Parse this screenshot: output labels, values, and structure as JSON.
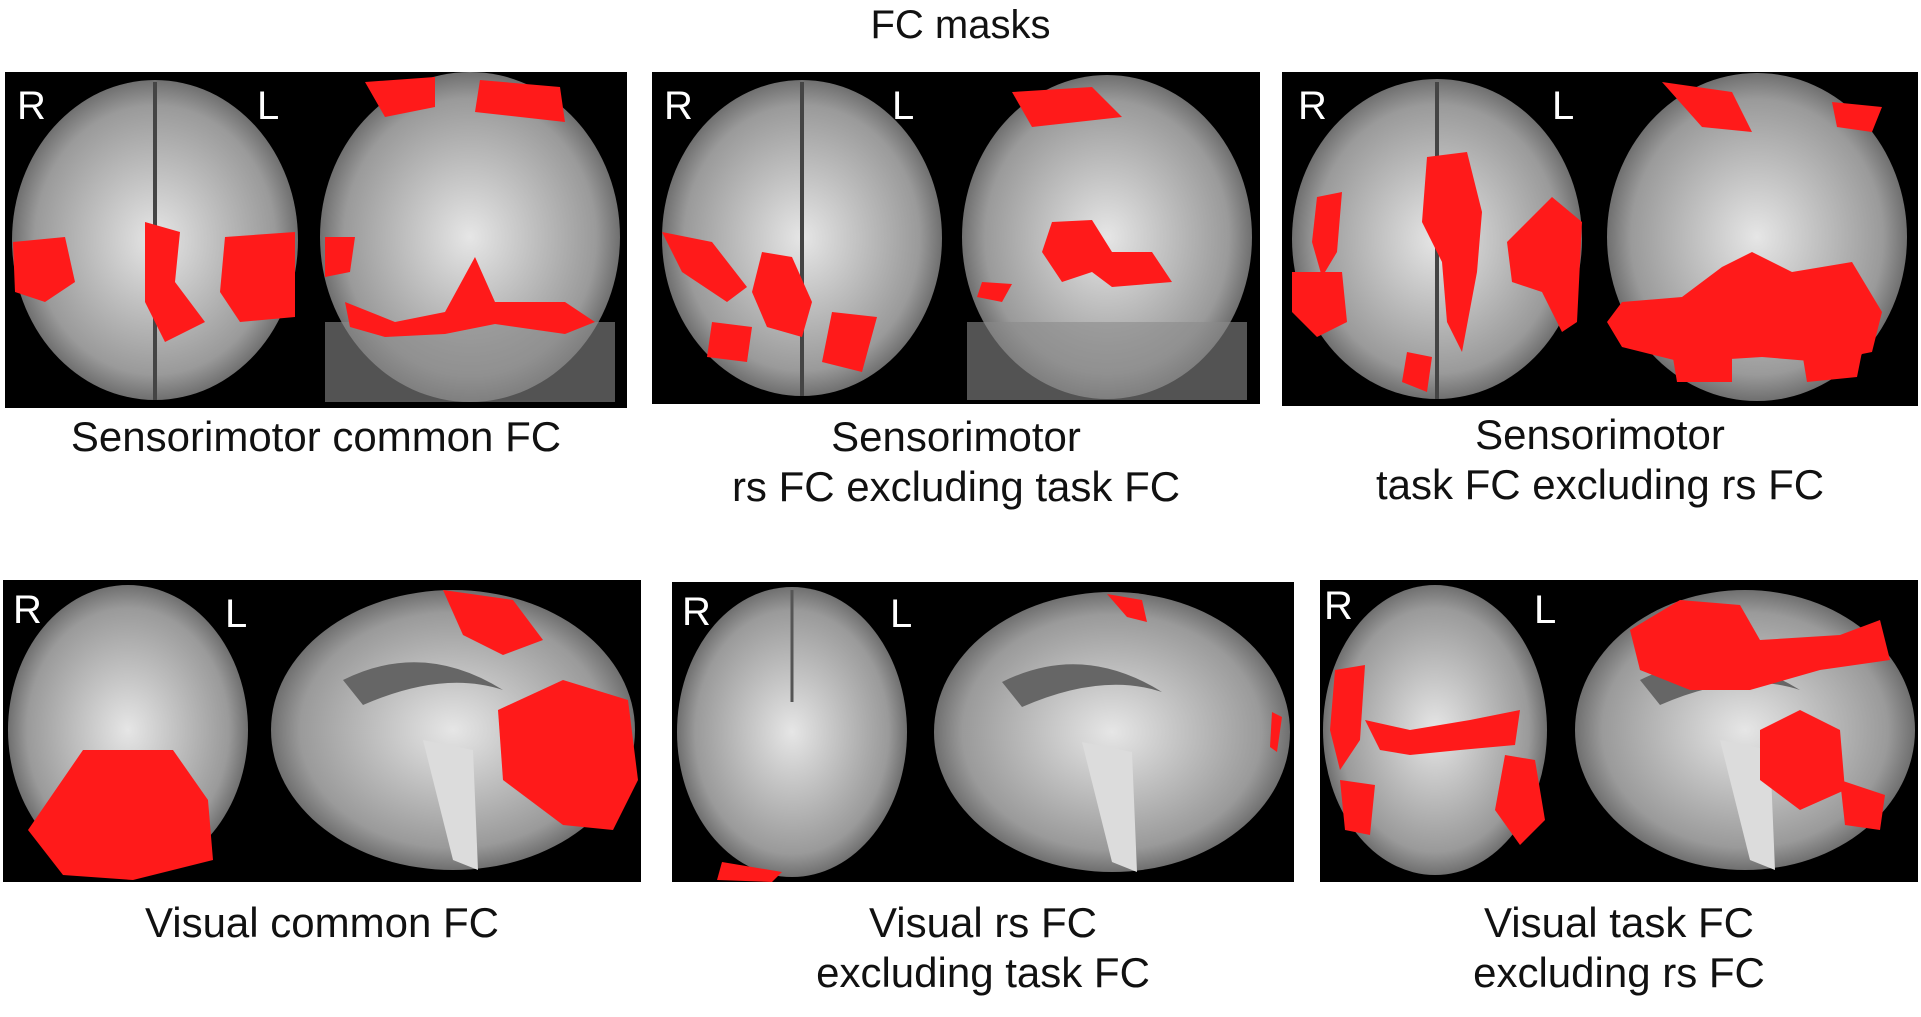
{
  "figure": {
    "title": "FC masks",
    "panels": [
      {
        "label_right": "R",
        "label_left": "L",
        "caption_lines": [
          "Sensorimotor common FC"
        ],
        "views": [
          "axial",
          "coronal"
        ]
      },
      {
        "label_right": "R",
        "label_left": "L",
        "caption_lines": [
          "Sensorimotor",
          "rs FC excluding task FC"
        ],
        "views": [
          "axial",
          "coronal"
        ]
      },
      {
        "label_right": "R",
        "label_left": "L",
        "caption_lines": [
          "Sensorimotor",
          "task FC excluding rs FC"
        ],
        "views": [
          "axial",
          "coronal"
        ]
      },
      {
        "label_right": "R",
        "label_left": "L",
        "caption_lines": [
          "Visual common FC"
        ],
        "views": [
          "axial",
          "sagittal"
        ]
      },
      {
        "label_right": "R",
        "label_left": "L",
        "caption_lines": [
          "Visual rs FC",
          "excluding task FC"
        ],
        "views": [
          "axial",
          "sagittal"
        ]
      },
      {
        "label_right": "R",
        "label_left": "L",
        "caption_lines": [
          "Visual task FC",
          "excluding rs FC"
        ],
        "views": [
          "axial",
          "sagittal"
        ]
      }
    ],
    "colors": {
      "background": "#000000",
      "brain": "#9a9a9a",
      "mask": "#ff1a1a"
    }
  }
}
